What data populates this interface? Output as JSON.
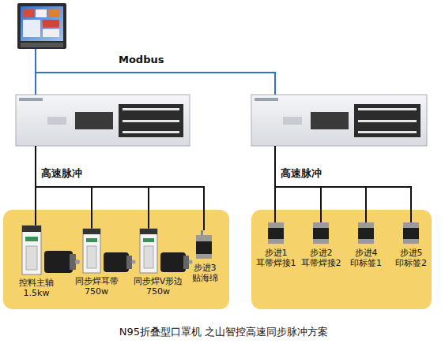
{
  "diagram": {
    "caption": "N95折叠型口罩机 之山智控高速同步脉冲方案",
    "nodes": [
      {
        "text": [
          "控料主轴 1.5kw"
        ]
      },
      {
        "text": [
          "同步焊耳带 750w"
        ]
      },
      {
        "text": [
          "同步焊V形边 750w"
        ]
      },
      {
        "text": [
          "步进3 贴海绵"
        ]
      },
      {
        "text": [
          "步进1 耳带焊接1"
        ]
      },
      {
        "text": [
          "步进2 耳带焊接2"
        ]
      },
      {
        "text": [
          "步进4 印标签1"
        ]
      },
      {
        "text": [
          "步进5 印标签2"
        ]
      }
    ],
    "labels": [
      "Modbus",
      "高速脉冲",
      "高速脉冲"
    ]
  }
}
